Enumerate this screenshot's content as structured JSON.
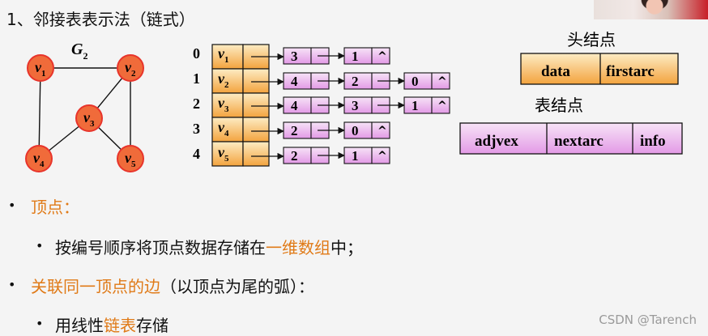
{
  "title": "1、邻接表表示法（链式）",
  "graph": {
    "name": "G",
    "subscript": "2",
    "nodes": [
      {
        "label": "v",
        "sub": "1"
      },
      {
        "label": "v",
        "sub": "2"
      },
      {
        "label": "v",
        "sub": "3"
      },
      {
        "label": "v",
        "sub": "4"
      },
      {
        "label": "v",
        "sub": "5"
      }
    ]
  },
  "adjacency": {
    "indices": [
      "0",
      "1",
      "2",
      "3",
      "4"
    ],
    "vertices": [
      {
        "label": "v",
        "sub": "1"
      },
      {
        "label": "v",
        "sub": "2"
      },
      {
        "label": "v",
        "sub": "3"
      },
      {
        "label": "v",
        "sub": "4"
      },
      {
        "label": "v",
        "sub": "5"
      }
    ],
    "rows": [
      [
        "3",
        "1"
      ],
      [
        "4",
        "2",
        "0"
      ],
      [
        "4",
        "3",
        "1"
      ],
      [
        "2",
        "0"
      ],
      [
        "2",
        "1"
      ]
    ],
    "null_symbol": "^"
  },
  "legend": {
    "head_title": "头结点",
    "head_fields": [
      "data",
      "firstarc"
    ],
    "table_title": "表结点",
    "table_fields": [
      "adjvex",
      "nextarc",
      "info"
    ]
  },
  "bullets": [
    {
      "level": 1,
      "marker": "•",
      "segments": [
        {
          "text": "顶点：",
          "color": "orange"
        }
      ]
    },
    {
      "level": 2,
      "marker": "•",
      "segments": [
        {
          "text": "按编号顺序将顶点数据存储在",
          "color": "default"
        },
        {
          "text": "一维数组",
          "color": "orange"
        },
        {
          "text": "中；",
          "color": "default"
        }
      ]
    },
    {
      "level": 1,
      "marker": "•",
      "segments": [
        {
          "text": "关联同一顶点的边",
          "color": "orange"
        },
        {
          "text": "（以顶点为尾的弧）：",
          "color": "default"
        }
      ]
    },
    {
      "level": 2,
      "marker": "•",
      "segments": [
        {
          "text": "用线性",
          "color": "default"
        },
        {
          "text": "链表",
          "color": "orange"
        },
        {
          "text": "存储",
          "color": "default"
        }
      ]
    }
  ],
  "watermark": "CSDN @Tarench",
  "colors": {
    "orange": "#e07a17",
    "node_fill": "#f06b3a",
    "node_stroke": "#e8342b",
    "cell_orange_top": "#fdecc4",
    "cell_orange_bottom": "#f3a33e",
    "cell_pink_top": "#f7e3f7",
    "cell_pink_bottom": "#e39ae6"
  }
}
